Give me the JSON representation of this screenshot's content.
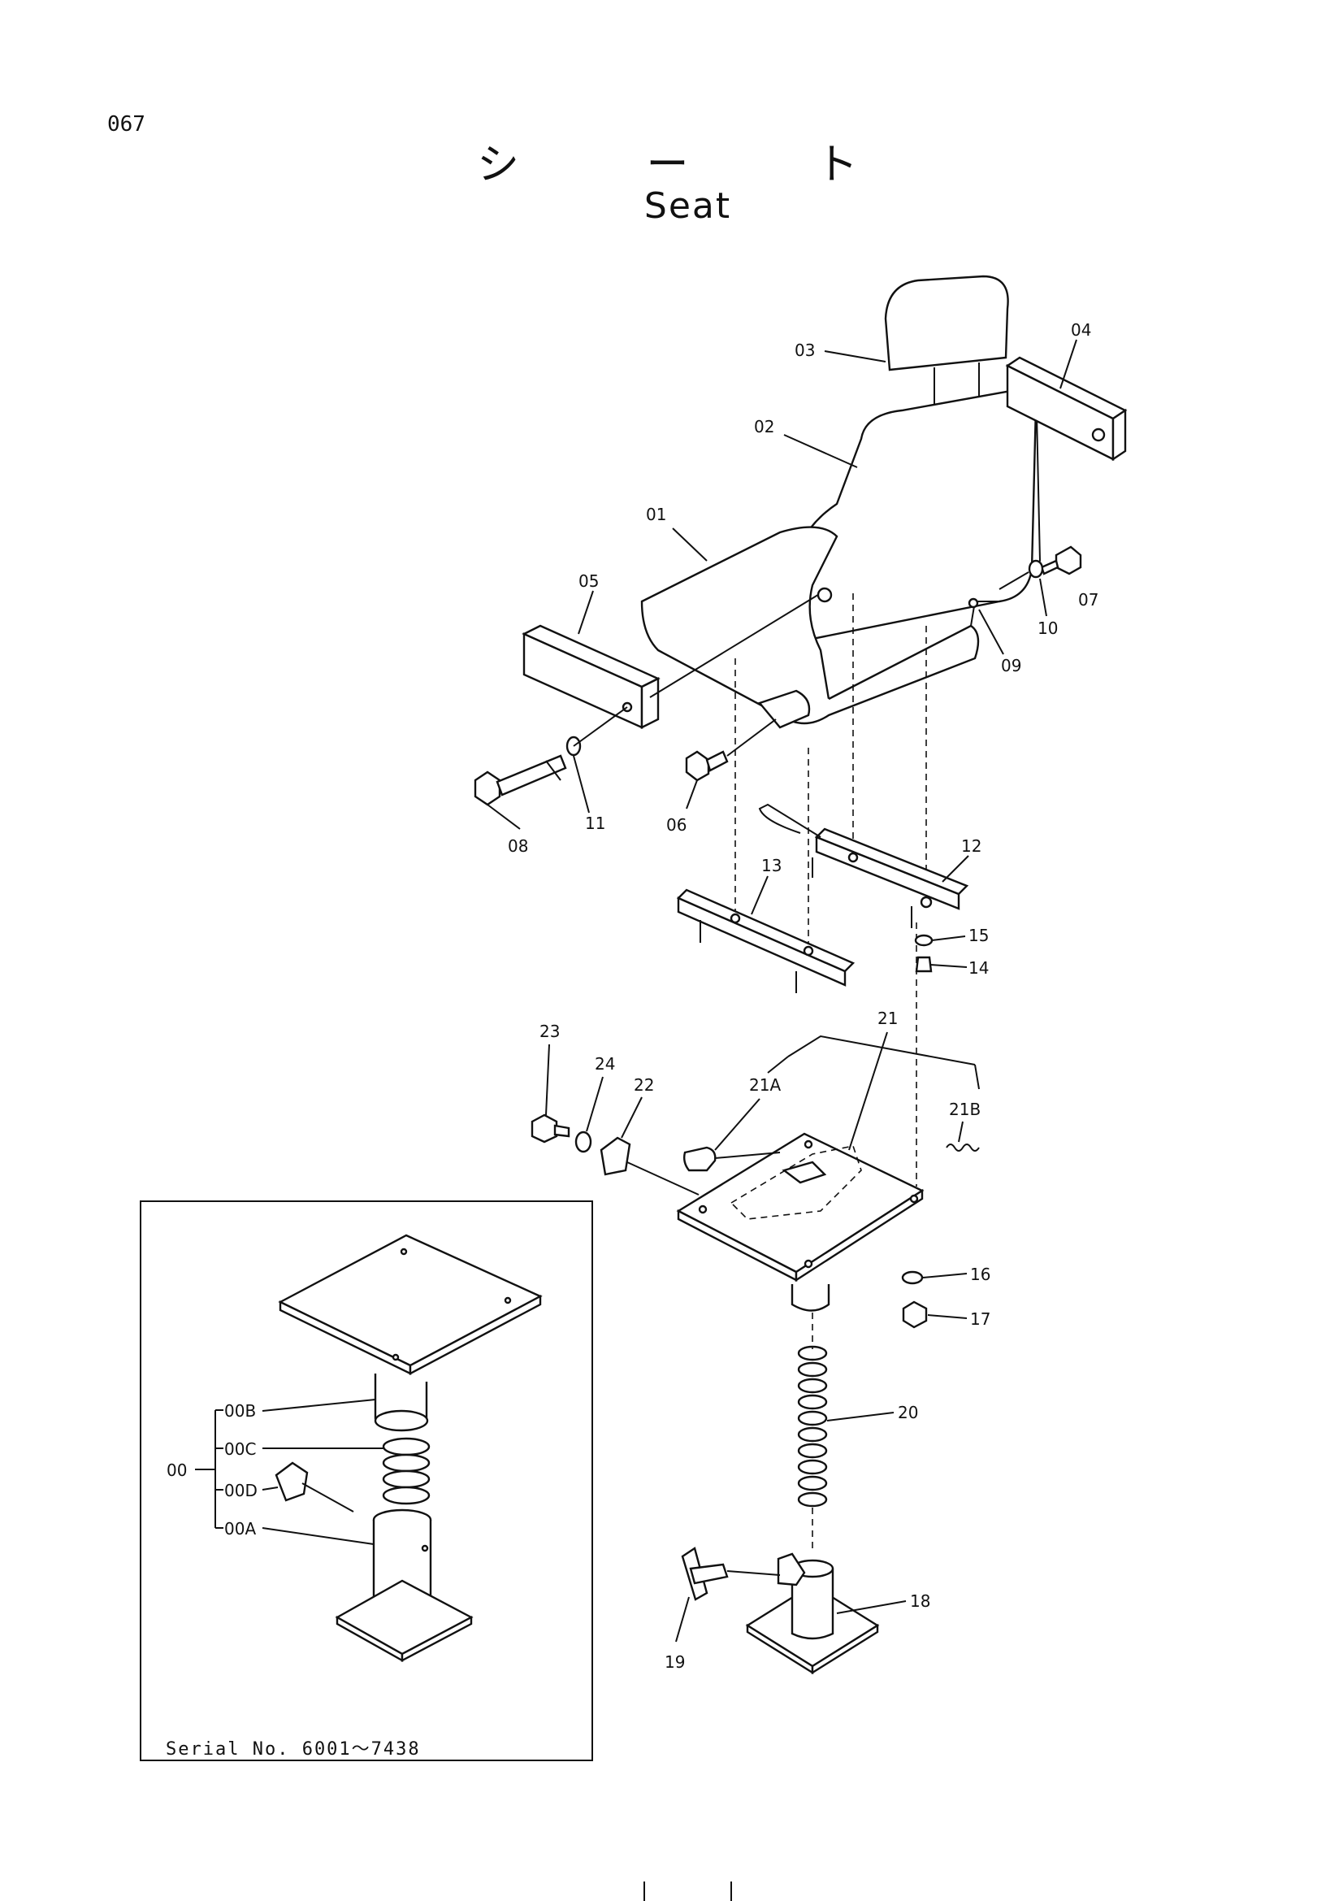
{
  "page_number": "067",
  "title_jp": "シ ー ト",
  "title_en": "Seat",
  "inset": {
    "serial_label": "Serial No. 6001～7438"
  },
  "parts": {
    "p00": "00",
    "p00A": "00A",
    "p00B": "00B",
    "p00C": "00C",
    "p00D": "00D",
    "p01": "01",
    "p02": "02",
    "p03": "03",
    "p04": "04",
    "p05": "05",
    "p06": "06",
    "p07": "07",
    "p08": "08",
    "p09": "09",
    "p10": "10",
    "p11": "11",
    "p12": "12",
    "p13": "13",
    "p14": "14",
    "p15": "15",
    "p16": "16",
    "p17": "17",
    "p18": "18",
    "p19": "19",
    "p20": "20",
    "p21": "21",
    "p21A": "21A",
    "p21B": "21B",
    "p22": "22",
    "p23": "23",
    "p24": "24"
  }
}
